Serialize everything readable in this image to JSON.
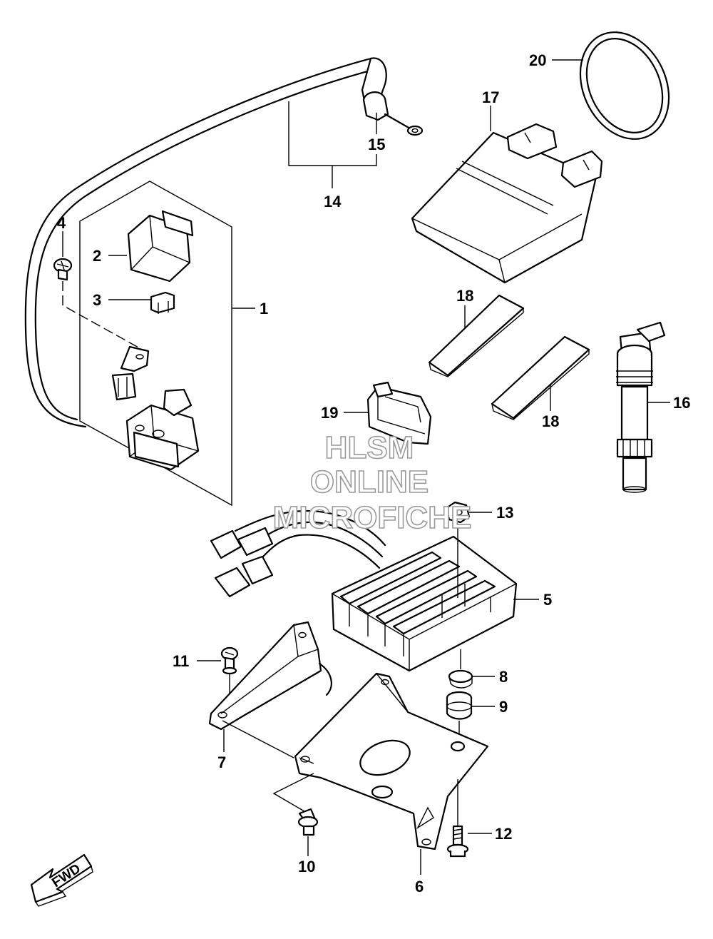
{
  "callouts": {
    "c1": "1",
    "c2": "2",
    "c3": "3",
    "c4": "4",
    "c5": "5",
    "c6": "6",
    "c7": "7",
    "c8": "8",
    "c9": "9",
    "c10": "10",
    "c11": "11",
    "c12": "12",
    "c13": "13",
    "c14": "14",
    "c15": "15",
    "c16": "16",
    "c17": "17",
    "c18a": "18",
    "c18b": "18",
    "c19": "19",
    "c20": "20"
  },
  "watermark": {
    "line1": "HLSM",
    "line2": "ONLINE",
    "line3": "MICROFICHE"
  },
  "direction_badge": {
    "label": "FWD"
  }
}
